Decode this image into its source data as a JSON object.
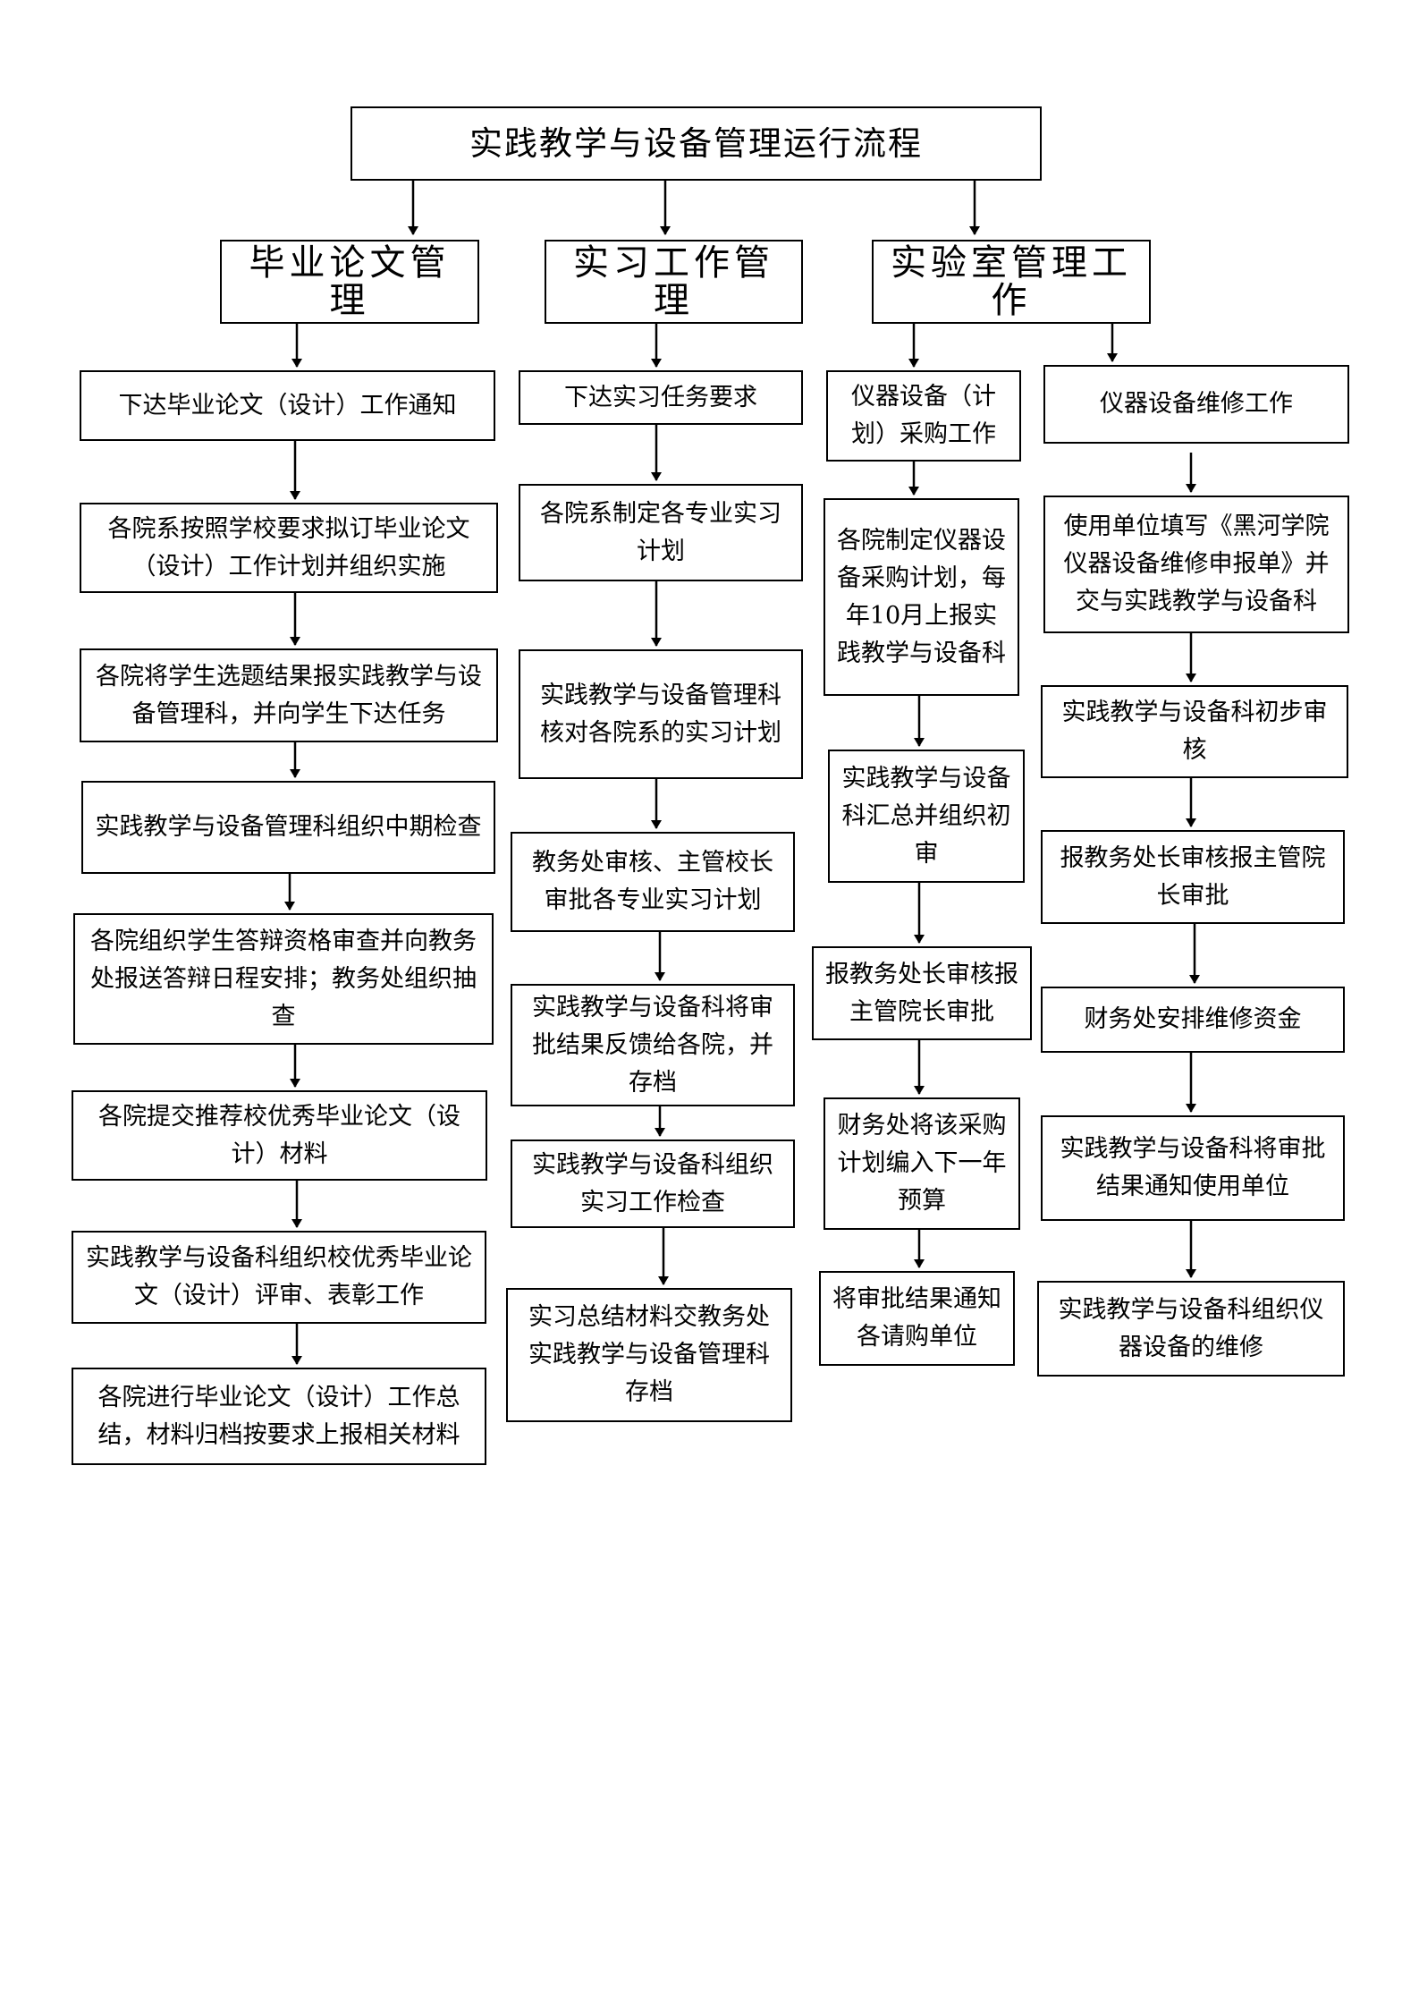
{
  "title": "实践教学与设备管理运行流程",
  "columns": {
    "thesis": {
      "heading": "毕业论文管理",
      "steps": [
        "下达毕业论文（设计）工作通知",
        "各院系按照学校要求拟订毕业论文（设计）工作计划并组织实施",
        "各院将学生选题结果报实践教学与设备管理科，并向学生下达任务",
        "实践教学与设备管理科组织中期检查",
        "各院组织学生答辩资格审查并向教务处报送答辩日程安排；教务处组织抽查",
        "各院提交推荐校优秀毕业论文（设计）材料",
        "实践教学与设备科组织校优秀毕业论文（设计）评审、表彰工作",
        "各院进行毕业论文（设计）工作总结，材料归档按要求上报相关材料"
      ]
    },
    "internship": {
      "heading": "实习工作管理",
      "steps": [
        "下达实习任务要求",
        "各院系制定各专业实习计划",
        "实践教学与设备管理科核对各院系的实习计划",
        "教务处审核、主管校长审批各专业实习计划",
        "实践教学与设备科将审批结果反馈给各院，并存档",
        "实践教学与设备科组织实习工作检查",
        "实习总结材料交教务处实践教学与设备管理科存档"
      ]
    },
    "lab": {
      "heading": "实验室管理工作",
      "purchase": {
        "steps": [
          "仪器设备（计划）采购工作",
          "各院制定仪器设备采购计划，每年10月上报实践教学与设备科",
          "实践教学与设备科汇总并组织初审",
          "报教务处长审核报主管院长审批",
          "财务处将该采购计划编入下一年预算",
          "将审批结果通知各请购单位"
        ]
      },
      "repair": {
        "steps": [
          "仪器设备维修工作",
          "使用单位填写《黑河学院仪器设备维修申报单》并交与实践教学与设备科",
          "实践教学与设备科初步审核",
          "报教务处长审核报主管院长审批",
          "财务处安排维修资金",
          "实践教学与设备科将审批结果通知使用单位",
          "实践教学与设备科组织仪器设备的维修"
        ]
      }
    }
  }
}
